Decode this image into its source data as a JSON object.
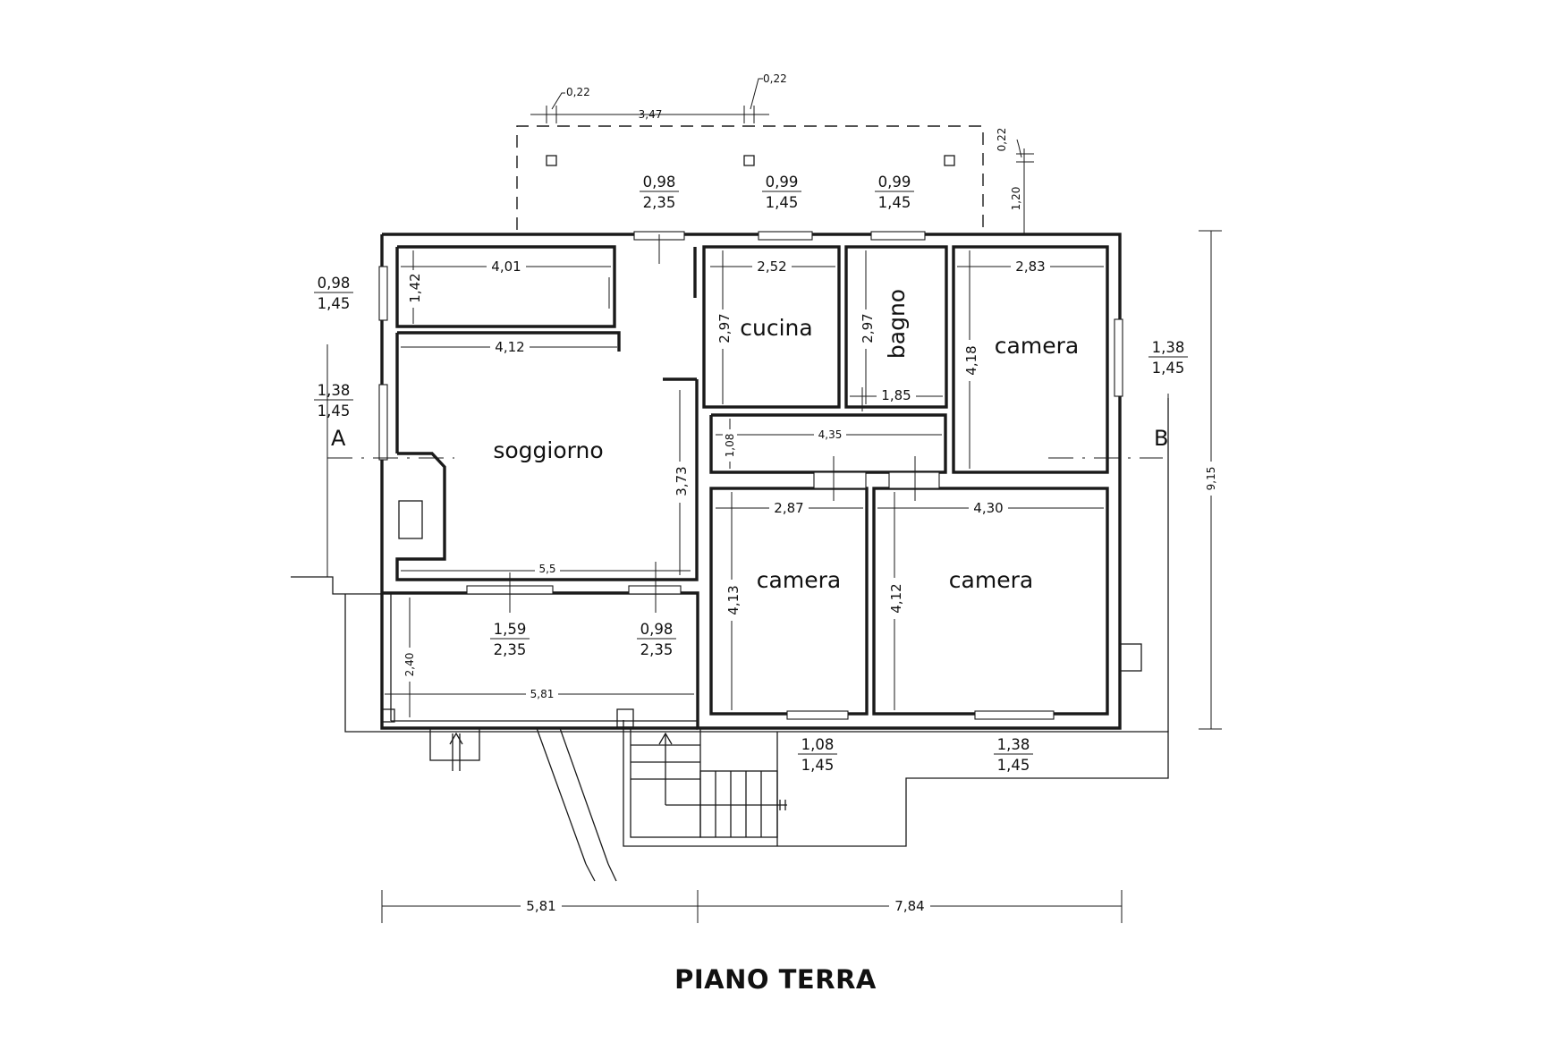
{
  "title": "PIANO TERRA",
  "rooms": {
    "cucina": "cucina",
    "bagno": "bagno",
    "camera_ne": "camera",
    "soggiorno": "soggiorno",
    "camera_sw": "camera",
    "camera_se": "camera"
  },
  "dimensions": {
    "porch_width": "3,47",
    "porch_pillar_left": "0,22",
    "porch_pillar_right": "0,22",
    "porch_pillar_side": "0,22",
    "porch_depth": "1,20",
    "top_room_width": "4,01",
    "top_room_depth": "1,42",
    "soggiorno_width": "4,12",
    "soggiorno_depth": "3,73",
    "soggiorno_bottom": "5,5",
    "cucina_width": "2,52",
    "cucina_depth": "2,97",
    "bagno_depth": "2,97",
    "bagno_width": "1,85",
    "camera_ne_width": "2,83",
    "camera_ne_depth": "4,18",
    "corridor_width": "4,35",
    "corridor_depth": "1,08",
    "camera_sw_width": "2,87",
    "camera_sw_depth": "4,13",
    "camera_se_width": "4,30",
    "camera_se_depth": "4,12",
    "veranda_depth": "2,40",
    "veranda_width": "5,81",
    "overall_left": "5,81",
    "overall_right": "7,84",
    "overall_height": "9,15"
  },
  "openings": {
    "top_1_w": "0,98",
    "top_1_h": "2,35",
    "top_2_w": "0,99",
    "top_2_h": "1,45",
    "top_3_w": "0,99",
    "top_3_h": "1,45",
    "left_1_w": "0,98",
    "left_1_h": "1,45",
    "left_2_w": "1,38",
    "left_2_h": "1,45",
    "right_1_w": "1,38",
    "right_1_h": "1,45",
    "veranda_1_w": "1,59",
    "veranda_1_h": "2,35",
    "veranda_2_w": "0,98",
    "veranda_2_h": "2,35",
    "bottom_1_w": "1,08",
    "bottom_1_h": "1,45",
    "bottom_2_w": "1,38",
    "bottom_2_h": "1,45"
  },
  "sections": {
    "left": "A",
    "right": "B"
  }
}
